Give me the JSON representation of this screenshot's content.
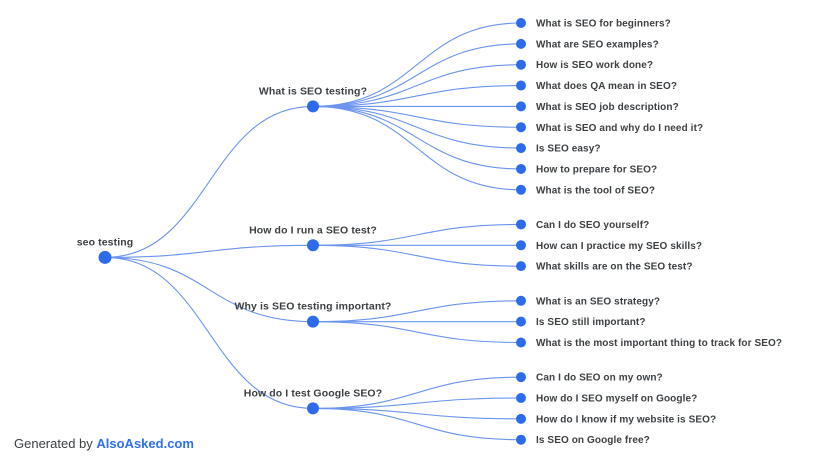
{
  "colors": {
    "node_fill": "#2c6cea",
    "link_stroke": "#6b94ef",
    "label_text": "#3c4043",
    "footer_text": "#3c4043",
    "brand_blue": "#2e70f0"
  },
  "tree": {
    "root_label": "seo testing",
    "branches": [
      {
        "label": "What is SEO testing?",
        "children": [
          "What is SEO for beginners?",
          "What are SEO examples?",
          "How is SEO work done?",
          "What does QA mean in SEO?",
          "What is SEO job description?",
          "What is SEO and why do I need it?",
          "Is SEO easy?",
          "How to prepare for SEO?",
          "What is the tool of SEO?"
        ]
      },
      {
        "label": "How do I run a SEO test?",
        "children": [
          "Can I do SEO yourself?",
          "How can I practice my SEO skills?",
          "What skills are on the SEO test?"
        ]
      },
      {
        "label": "Why is SEO testing important?",
        "children": [
          "What is an SEO strategy?",
          "Is SEO still important?",
          "What is the most important thing to track for SEO?"
        ]
      },
      {
        "label": "How do I test Google SEO?",
        "children": [
          "Can I do SEO on my own?",
          "How do I SEO myself on Google?",
          "How do I know if my website is SEO?",
          "Is SEO on Google free?"
        ]
      }
    ]
  },
  "footer": {
    "prefix": "Generated by ",
    "brand": "AlsoAsked.com"
  }
}
